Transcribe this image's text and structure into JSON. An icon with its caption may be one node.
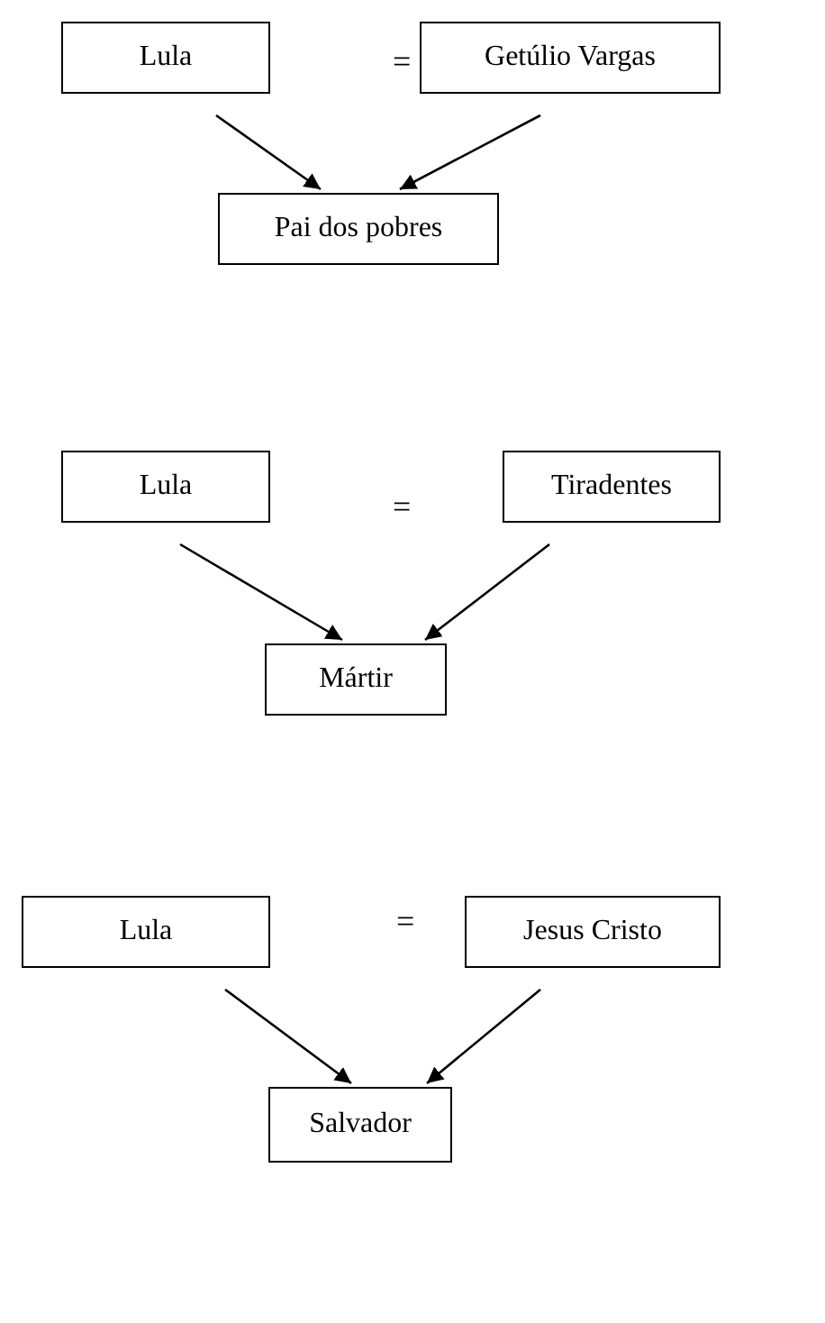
{
  "diagram": {
    "nodes": [
      {
        "text": [
          "Lula"
        ]
      },
      {
        "text": [
          "Getúlio Vargas"
        ]
      },
      {
        "text": [
          "Pai dos pobres"
        ]
      },
      {
        "text": [
          "Lula"
        ]
      },
      {
        "text": [
          "Tiradentes"
        ]
      },
      {
        "text": [
          "Mártir"
        ]
      },
      {
        "text": [
          "Lula"
        ]
      },
      {
        "text": [
          "Jesus Cristo"
        ]
      },
      {
        "text": [
          "Salvador"
        ]
      }
    ],
    "edges": [
      {
        "from": 0,
        "to": 2,
        "arrow": "to"
      },
      {
        "from": 1,
        "to": 2,
        "arrow": "to"
      },
      {
        "from": 3,
        "to": 5,
        "arrow": "to"
      },
      {
        "from": 4,
        "to": 5,
        "arrow": "to"
      },
      {
        "from": 6,
        "to": 8,
        "arrow": "to"
      },
      {
        "from": 7,
        "to": 8,
        "arrow": "to"
      }
    ],
    "labels": [
      "=",
      "=",
      "="
    ]
  }
}
